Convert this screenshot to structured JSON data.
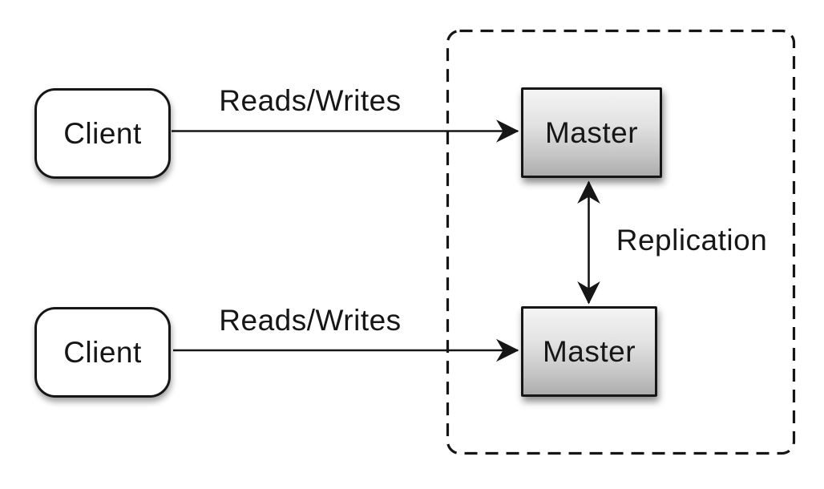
{
  "diagram": {
    "kind": "database-replication-architecture",
    "background": "#ffffff",
    "nodes": [
      {
        "id": "client-top",
        "label": "Client",
        "shape": "rounded-rect",
        "fill": "#ffffff"
      },
      {
        "id": "client-bottom",
        "label": "Client",
        "shape": "rounded-rect",
        "fill": "#ffffff"
      },
      {
        "id": "master-top",
        "label": "Master",
        "shape": "rect",
        "fill": "gray-gradient"
      },
      {
        "id": "master-bottom",
        "label": "Master",
        "shape": "rect",
        "fill": "gray-gradient"
      }
    ],
    "edges": [
      {
        "id": "reads-writes-top",
        "label": "Reads/Writes",
        "from": "client-top",
        "to": "master-top",
        "direction": "one-way"
      },
      {
        "id": "reads-writes-bottom",
        "label": "Reads/Writes",
        "from": "client-bottom",
        "to": "master-bottom",
        "direction": "one-way"
      },
      {
        "id": "replication",
        "label": "Replication",
        "from": "master-top",
        "to": "master-bottom",
        "direction": "two-way"
      }
    ],
    "group": {
      "id": "master-cluster",
      "style": "dashed-rounded-border",
      "contains": [
        "master-top",
        "master-bottom"
      ]
    },
    "colors": {
      "line": "#161616",
      "text": "#161616",
      "node_border": "#161616",
      "client_fill": "#ffffff",
      "master_fill_top": "#f4f4f4",
      "master_fill_bottom": "#adadad",
      "background": "#ffffff"
    }
  }
}
